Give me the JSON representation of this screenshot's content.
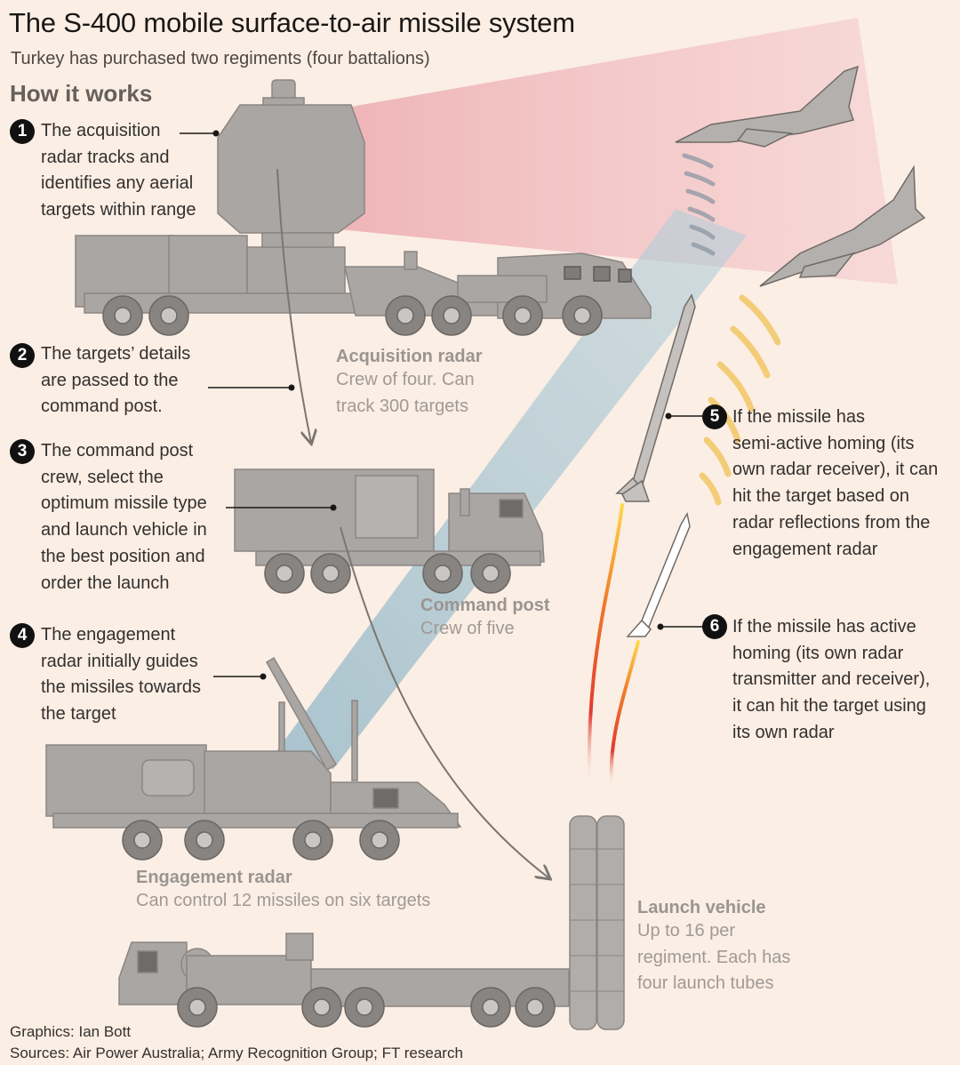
{
  "title": "The S-400 mobile surface-to-air missile system",
  "subtitle": "Turkey has purchased two regiments (four battalions)",
  "section_heading": "How it works",
  "steps": [
    {
      "number": "1",
      "lines": [
        "The acquisition",
        "radar tracks and",
        "identifies any aerial",
        "targets within range"
      ]
    },
    {
      "number": "2",
      "lines": [
        "The targets’ details",
        "are passed to the",
        "command post."
      ]
    },
    {
      "number": "3",
      "lines": [
        "The command post",
        "crew, select the",
        "optimum missile type",
        "and launch vehicle in",
        "the best position and",
        "order the launch"
      ]
    },
    {
      "number": "4",
      "lines": [
        "The engagement",
        "radar initially guides",
        "the missiles towards",
        "the target"
      ]
    },
    {
      "number": "5",
      "lines": [
        "If the missile has",
        "semi-active homing (its",
        "own radar receiver), it can",
        "hit the target based on",
        "radar reflections from the",
        "engagement radar"
      ]
    },
    {
      "number": "6",
      "lines": [
        "If the missile has active",
        "homing (its own radar",
        "transmitter and receiver),",
        "it can hit the target using",
        "its own radar"
      ]
    }
  ],
  "vehicles": {
    "acquisition_radar": {
      "name": "Acquisition radar",
      "lines": [
        "Crew of four. Can",
        "track 300 targets"
      ]
    },
    "command_post": {
      "name": "Command post",
      "lines": [
        "Crew of five"
      ]
    },
    "engagement_radar": {
      "name": "Engagement radar",
      "lines": [
        "Can control 12 missiles on six targets"
      ]
    },
    "launch_vehicle": {
      "name": "Launch vehicle",
      "lines": [
        "Up to 16 per",
        "regiment. Each has",
        "four launch tubes"
      ]
    }
  },
  "credits": {
    "graphics": "Graphics: Ian Bott",
    "sources": "Sources: Air Power Australia; Army Recognition Group; FT research"
  },
  "colors": {
    "background": "#fbeee4",
    "vehicle_grey": "#a9a6a3",
    "vehicle_dark": "#7f7b78",
    "acquisition_beam": "#f0bcc0",
    "engagement_beam": "#a9c6d2",
    "homing_waves": "#f2c45c",
    "marker": "#111111"
  },
  "icons": [
    "acquisition-radar-vehicle",
    "command-post-vehicle",
    "engagement-radar-vehicle",
    "launch-vehicle",
    "fighter-jet",
    "missile",
    "exhaust-flame"
  ]
}
